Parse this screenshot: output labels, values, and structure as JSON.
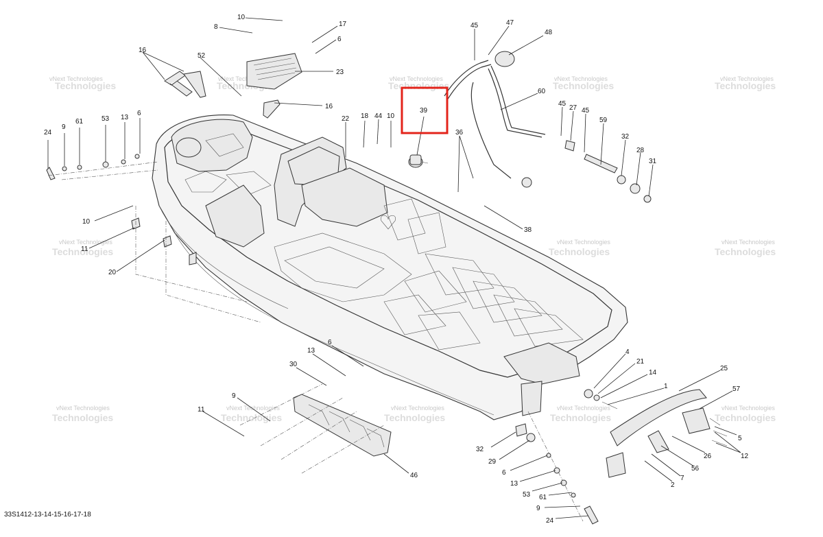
{
  "document_ref": "33S1412-13-14-15-16-17-18",
  "watermark": {
    "line1": "vNext Technologies",
    "line2": "vNext",
    "line3": "Technologies"
  },
  "highlight": {
    "label": "39",
    "color": "#e3241b"
  },
  "callouts": [
    "10",
    "8",
    "17",
    "6",
    "16",
    "52",
    "23",
    "16",
    "45",
    "47",
    "48",
    "60",
    "45",
    "27",
    "45",
    "59",
    "32",
    "28",
    "31",
    "22",
    "18",
    "44",
    "10",
    "36",
    "38",
    "24",
    "9",
    "61",
    "53",
    "13",
    "6",
    "10",
    "11",
    "20",
    "6",
    "13",
    "30",
    "9",
    "11",
    "46",
    "4",
    "21",
    "14",
    "1",
    "25",
    "57",
    "5",
    "12",
    "26",
    "56",
    "7",
    "2",
    "32",
    "29",
    "6",
    "13",
    "53",
    "61",
    "9",
    "24",
    "39"
  ]
}
